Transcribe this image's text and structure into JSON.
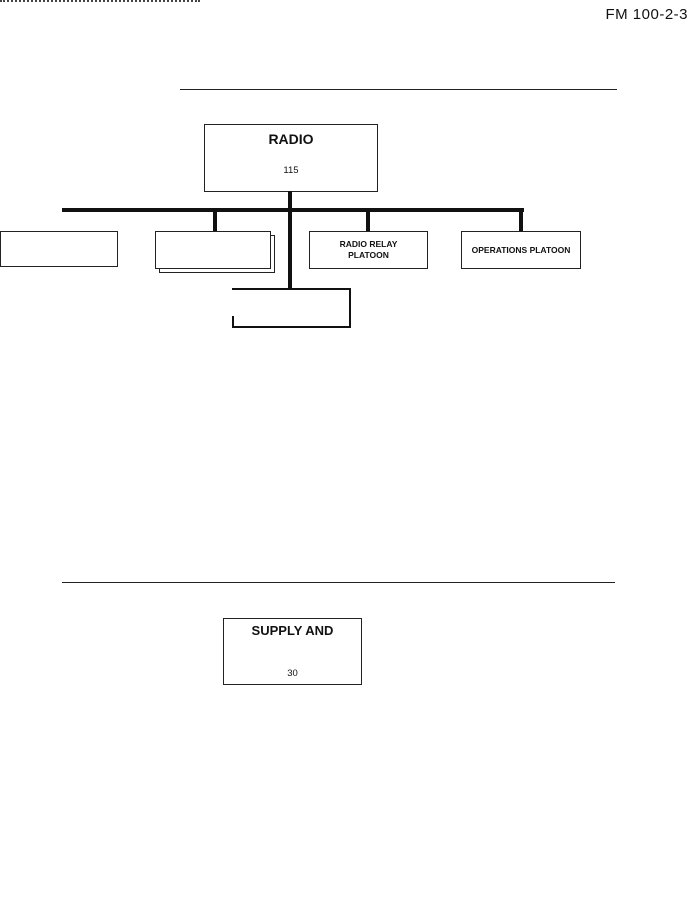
{
  "header": {
    "code": "FM 100-2-3"
  },
  "diagram1": {
    "root": {
      "title": "RADIO",
      "count": "115"
    },
    "children": [
      {
        "label": ""
      },
      {
        "label": ""
      },
      {
        "label": "RADIO RELAY PLATOON"
      },
      {
        "label": "OPERATIONS PLATOON"
      }
    ],
    "bottom_box": {
      "label": ""
    }
  },
  "diagram2": {
    "root": {
      "title": "SUPPLY AND",
      "count": "30"
    }
  }
}
